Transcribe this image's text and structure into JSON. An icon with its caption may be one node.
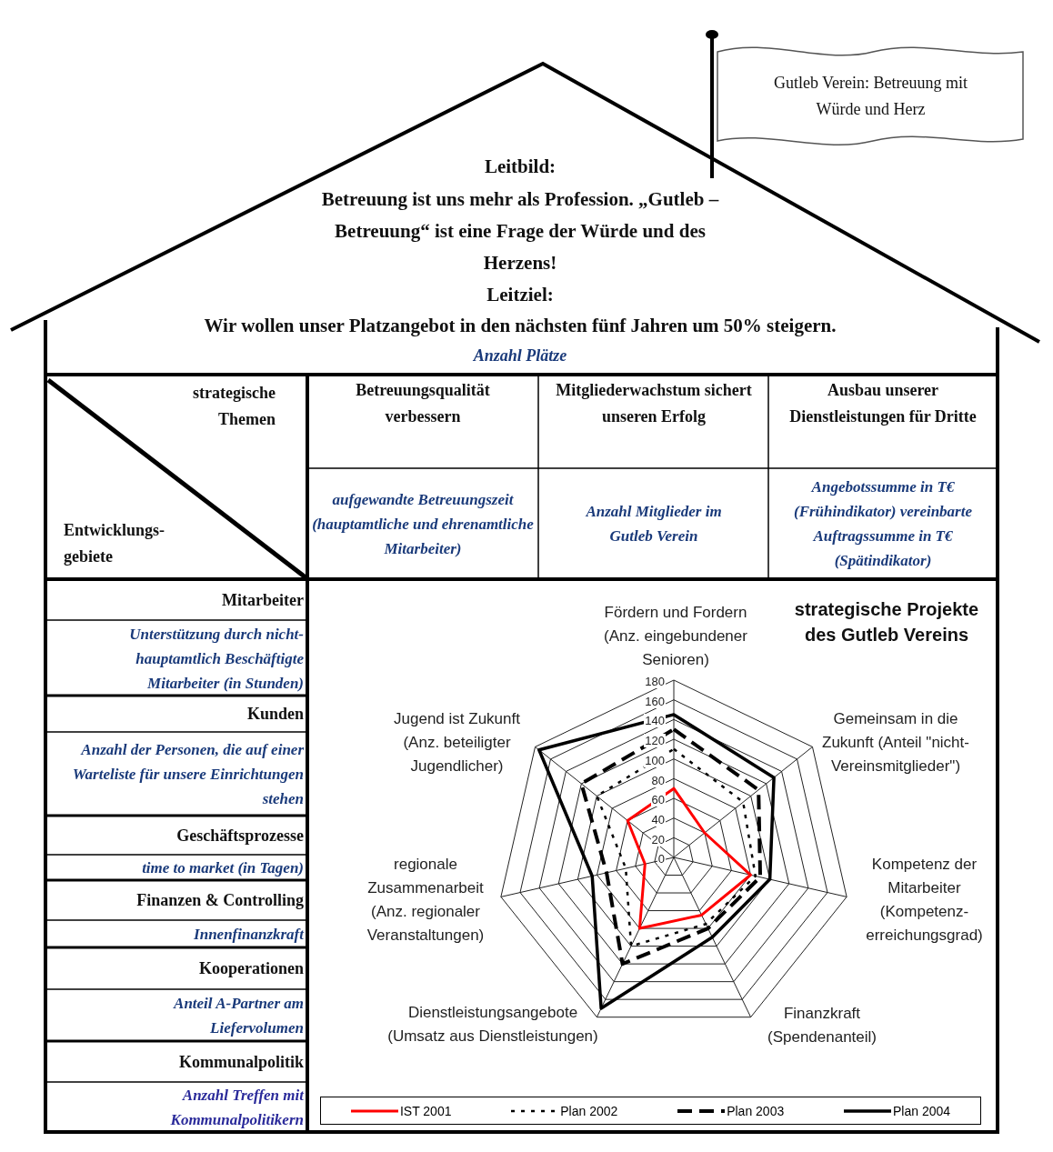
{
  "diagram": {
    "nodes": [
      {
        "text": [
          "Gutleb Verein: Betreuung mit Würde und Herz"
        ]
      },
      {
        "text": [
          "Leitbild:",
          "Betreuung ist uns mehr als Profession. „Gutleb – Betreuung“ ist eine Frage der Würde und des Herzens!",
          "Leitziel:",
          "Wir wollen unser Platzangebot in den nächsten fünf Jahren um 50% steigern.",
          "Anzahl Plätze"
        ]
      }
    ],
    "labels": [
      "strategische Themen",
      "Betreuungsqualität verbessern",
      "Mitgliederwachstum sichert unseren Erfolg",
      "Ausbau unserer Dienstleistungen für Dritte",
      "Entwicklungs-gebiete",
      "aufgewandte Betreuungszeit (hauptamtliche und ehrenamtliche Mitarbeiter)",
      "Anzahl Mitglieder im Gutleb Verein",
      "Angebotssumme in T€ (Frühindikator) vereinbarte Auftragssumme in T€ (Spätindikator)",
      "Mitarbeiter",
      "Unterstützung durch nicht-hauptamtlich Beschäftigte Mitarbeiter (in Stunden)",
      "Kunden",
      "Anzahl der Personen, die auf einer Warteliste für unsere Einrichtungen stehen",
      "Geschäftsprozesse",
      "time to market (in Tagen)",
      "Finanzen & Controlling",
      "Innenfinanzkraft",
      "Kooperationen",
      "Anteil A-Partner am Liefervolumen",
      "Kommunalpolitik",
      "Anzahl Treffen mit Kommunalpolitikern",
      "Fördern und Fordern (Anz. eingebundener Senioren)",
      "strategische Projekte des Gutleb Vereins",
      "Jugend ist Zukunft (Anz. beteiligter Jugendlicher)",
      "Gemeinsam in die Zukunft (Anteil \"nicht-Vereinsmitglieder\")",
      "180",
      "160",
      "140",
      "120",
      "100",
      "80",
      "60",
      "40",
      "20",
      "0",
      "regionale Zusammenarbeit (Anz. regionaler Veranstaltungen)",
      "Kompetenz der Mitarbeiter (Kompetenz-erreichungsgrad)",
      "Dienstleistungsangebote (Umsatz aus Dienstleistungen)",
      "Finanzkraft (Spendenanteil)"
    ],
    "legend": [
      {
        "text": "IST 2001"
      },
      {
        "text": "Plan 2002"
      },
      {
        "text": "Plan 2003"
      },
      {
        "text": "Plan 2004"
      }
    ]
  }
}
